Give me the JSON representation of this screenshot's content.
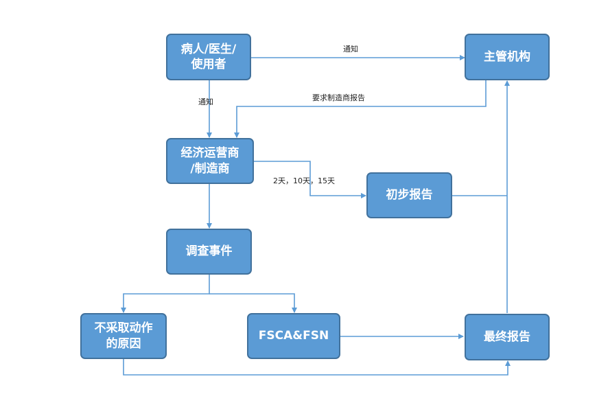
{
  "nodes": {
    "patient": "病人/医生/\n使用者",
    "authority": "主管机构",
    "operator": "经济运营商\n/制造商",
    "initial_report": "初步报告",
    "investigate": "调查事件",
    "no_action": "不采取动作\n的原因",
    "fsca": "FSCA&FSN",
    "final_report": "最终报告"
  },
  "edge_labels": {
    "notify_top": "通知",
    "notify_left": "通知",
    "request_report": "要求制造商报告",
    "deadlines": "2天，10天，15天"
  },
  "colors": {
    "box_fill": "#5b9bd5",
    "box_border": "#41719c",
    "arrow": "#5b9bd5"
  }
}
